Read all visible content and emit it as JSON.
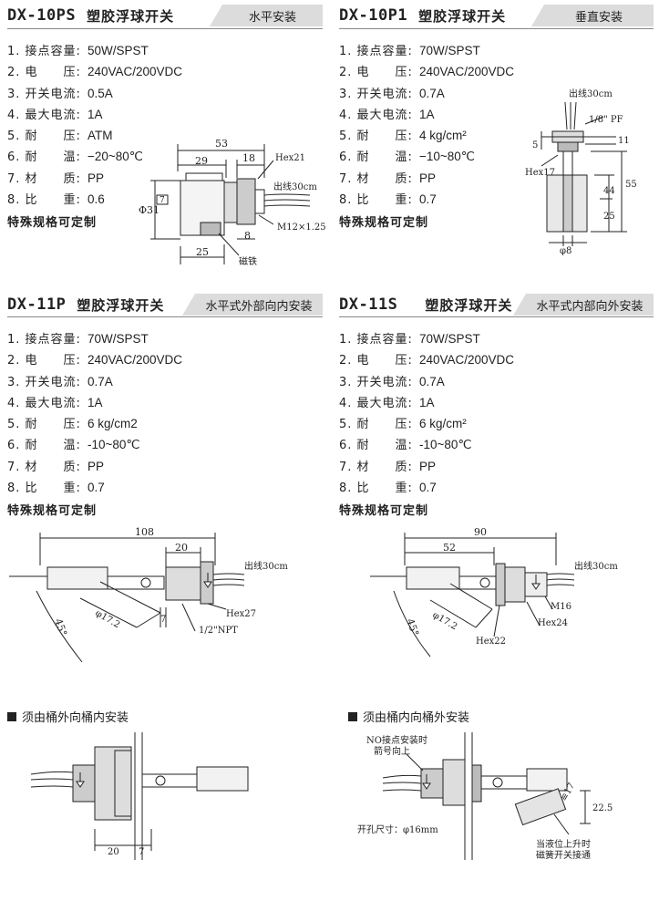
{
  "p10ps": {
    "model": "DX-10PS",
    "name": "塑胶浮球开关",
    "tag": "水平安装",
    "specs": [
      {
        "k": "1. 接点容量:",
        "v": "50W/SPST"
      },
      {
        "k": "2. 电　　压:",
        "v": "240VAC/200VDC"
      },
      {
        "k": "3. 开关电流:",
        "v": "0.5A"
      },
      {
        "k": "4. 最大电流:",
        "v": "1A"
      },
      {
        "k": "5. 耐　　压:",
        "v": "ATM"
      },
      {
        "k": "6. 耐　　温:",
        "v": "−20~80℃"
      },
      {
        "k": "7. 材　　质:",
        "v": "PP"
      },
      {
        "k": "8. 比　　重:",
        "v": "0.6"
      }
    ],
    "note": "特殊规格可定制",
    "dims": {
      "d53": "53",
      "d29": "29",
      "d18": "18",
      "hex": "Hex21",
      "lead": "出线30cm",
      "dia": "Φ31",
      "d7": "7",
      "m12": "M12×1.25",
      "d25": "25",
      "d8": "8",
      "mag": "磁铁"
    }
  },
  "p10p1": {
    "model": "DX-10P1",
    "name": "塑胶浮球开关",
    "tag": "垂直安装",
    "specs": [
      {
        "k": "1. 接点容量:",
        "v": "70W/SPST"
      },
      {
        "k": "2. 电　　压:",
        "v": "240VAC/200VDC"
      },
      {
        "k": "3. 开关电流:",
        "v": "0.7A"
      },
      {
        "k": "4. 最大电流:",
        "v": "1A"
      },
      {
        "k": "5. 耐　　压:",
        "v": "4 kg/cm²"
      },
      {
        "k": "6. 耐　　温:",
        "v": "−10~80℃"
      },
      {
        "k": "7. 材　　质:",
        "v": "PP"
      },
      {
        "k": "8. 比　　重:",
        "v": "0.7"
      }
    ],
    "note": "特殊规格可定制",
    "dims": {
      "lead": "出线30cm",
      "pf": "1/8\" PF",
      "d5": "5",
      "d11": "11",
      "hex": "Hex17",
      "d44": "44",
      "d55": "55",
      "d25": "25",
      "dia": "φ8"
    }
  },
  "p11p": {
    "model": "DX-11P",
    "name": "塑胶浮球开关",
    "tag": "水平式外部向内安装",
    "specs": [
      {
        "k": "1. 接点容量:",
        "v": "70W/SPST"
      },
      {
        "k": "2. 电　　压:",
        "v": "240VAC/200VDC"
      },
      {
        "k": "3. 开关电流:",
        "v": "0.7A"
      },
      {
        "k": "4. 最大电流:",
        "v": "1A"
      },
      {
        "k": "5. 耐　　压:",
        "v": "6 kg/cm2"
      },
      {
        "k": "6. 耐　　温:",
        "v": "-10~80℃"
      },
      {
        "k": "7. 材　　质:",
        "v": "PP"
      },
      {
        "k": "8. 比　　重:",
        "v": "0.7"
      }
    ],
    "note": "特殊规格可定制",
    "dims": {
      "d108": "108",
      "d20": "20",
      "lead": "出线30cm",
      "hex": "Hex27",
      "deg": "45°",
      "dia": "φ17.2",
      "d7": "7",
      "npt": "1/2\"NPT"
    },
    "install": "须由桶外向桶内安装",
    "install_dims": {
      "d20": "20",
      "d7": "7"
    }
  },
  "p11s": {
    "model": "DX-11S",
    "name": "塑胶浮球开关",
    "tag": "水平式内部向外安装",
    "specs": [
      {
        "k": "1. 接点容量:",
        "v": "70W/SPST"
      },
      {
        "k": "2. 电　　压:",
        "v": "240VAC/200VDC"
      },
      {
        "k": "3. 开关电流:",
        "v": "0.7A"
      },
      {
        "k": "4. 最大电流:",
        "v": "1A"
      },
      {
        "k": "5. 耐　　压:",
        "v": "6 kg/cm²"
      },
      {
        "k": "6. 耐　　温:",
        "v": "-10~80℃"
      },
      {
        "k": "7. 材　　质:",
        "v": "PP"
      },
      {
        "k": "8. 比　　重:",
        "v": "0.7"
      }
    ],
    "note": "特殊规格可定制",
    "dims": {
      "d90": "90",
      "d52": "52",
      "lead": "出线30cm",
      "m16": "M16",
      "hex24": "Hex24",
      "hex22": "Hex22",
      "deg": "45°",
      "dia": "φ17.2"
    },
    "install": "须由桶内向桶外安装",
    "install_notes": {
      "no1": "NO接点安装时",
      "no2": "箭号向上",
      "hole": "开孔尺寸：φ16mm",
      "d17": "≌17",
      "d225": "22.5",
      "up1": "当液位上升时",
      "up2": "磁簧开关接通"
    }
  }
}
